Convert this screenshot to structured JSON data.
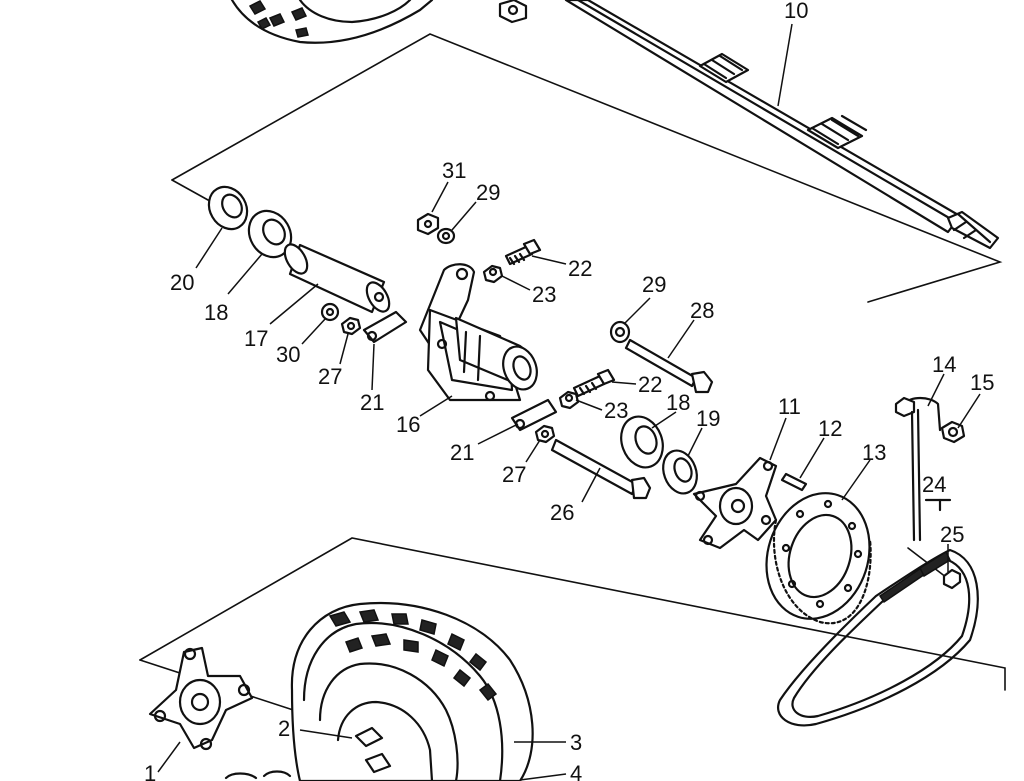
{
  "callouts": [
    {
      "id": "c10",
      "text": "10"
    },
    {
      "id": "c31",
      "text": "31"
    },
    {
      "id": "c29a",
      "text": "29"
    },
    {
      "id": "c20",
      "text": "20"
    },
    {
      "id": "c18a",
      "text": "18"
    },
    {
      "id": "c17",
      "text": "17"
    },
    {
      "id": "c22a",
      "text": "22"
    },
    {
      "id": "c23a",
      "text": "23"
    },
    {
      "id": "c29b",
      "text": "29"
    },
    {
      "id": "c28",
      "text": "28"
    },
    {
      "id": "c30",
      "text": "30"
    },
    {
      "id": "c27a",
      "text": "27"
    },
    {
      "id": "c21a",
      "text": "21"
    },
    {
      "id": "c16",
      "text": "16"
    },
    {
      "id": "c22b",
      "text": "22"
    },
    {
      "id": "c23b",
      "text": "23"
    },
    {
      "id": "c18b",
      "text": "18"
    },
    {
      "id": "c19",
      "text": "19"
    },
    {
      "id": "c11",
      "text": "11"
    },
    {
      "id": "c12",
      "text": "12"
    },
    {
      "id": "c13",
      "text": "13"
    },
    {
      "id": "c14",
      "text": "14"
    },
    {
      "id": "c15",
      "text": "15"
    },
    {
      "id": "c21b",
      "text": "21"
    },
    {
      "id": "c27b",
      "text": "27"
    },
    {
      "id": "c26",
      "text": "26"
    },
    {
      "id": "c24",
      "text": "24"
    },
    {
      "id": "c25",
      "text": "25"
    },
    {
      "id": "c2",
      "text": "2"
    },
    {
      "id": "c3",
      "text": "3"
    },
    {
      "id": "c1",
      "text": "1"
    },
    {
      "id": "c4",
      "text": "4"
    }
  ]
}
